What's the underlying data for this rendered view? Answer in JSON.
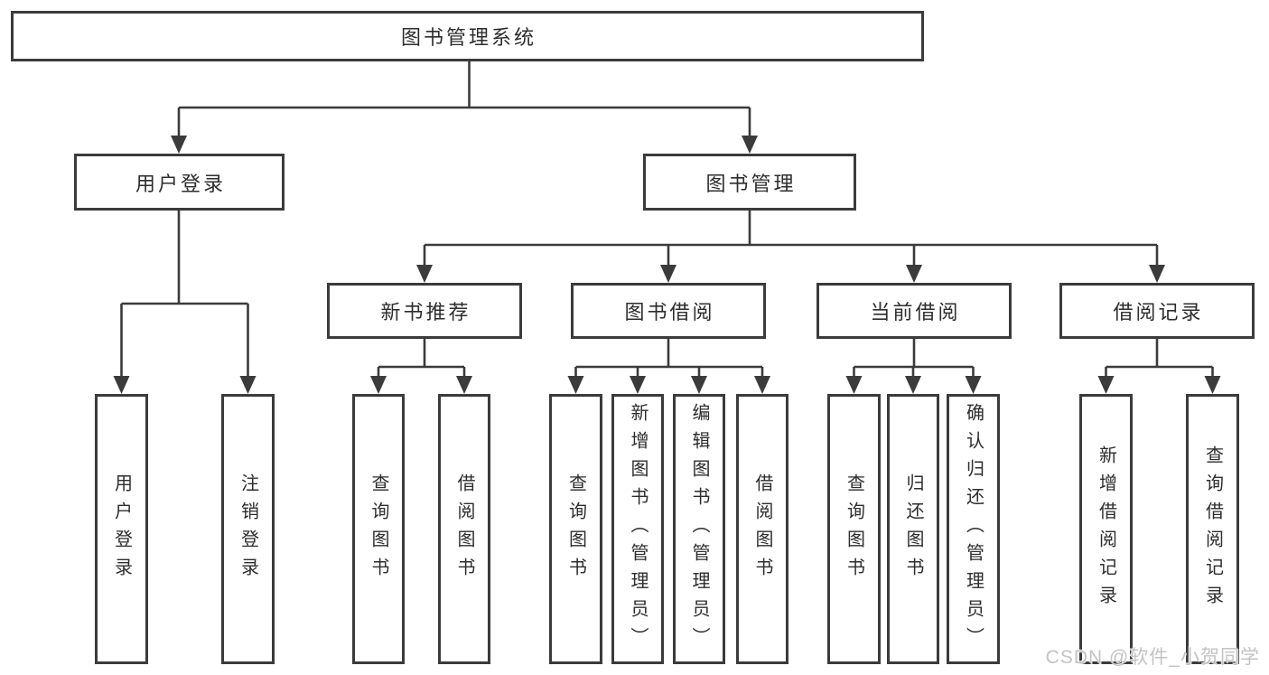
{
  "title": "图书管理系统",
  "watermark": {
    "text": "CSDN @软件_小贺同学"
  },
  "colors": {
    "line": "#3b3b3b",
    "text": "#2d2d2d",
    "watermark": "#c3c3c3",
    "background": "#ffffff"
  },
  "tree": {
    "label": "图书管理系统",
    "children": [
      {
        "label": "用户登录",
        "children": [
          {
            "label": "用户登录"
          },
          {
            "label": "注销登录"
          }
        ]
      },
      {
        "label": "图书管理",
        "children": [
          {
            "label": "新书推荐",
            "children": [
              {
                "label": "查询图书"
              },
              {
                "label": "借阅图书"
              }
            ]
          },
          {
            "label": "图书借阅",
            "children": [
              {
                "label": "查询图书"
              },
              {
                "label": "新增图书（管理员）"
              },
              {
                "label": "编辑图书（管理员）"
              },
              {
                "label": "借阅图书"
              }
            ]
          },
          {
            "label": "当前借阅",
            "children": [
              {
                "label": "查询图书"
              },
              {
                "label": "归还图书"
              },
              {
                "label": "确认归还（管理员）"
              }
            ]
          },
          {
            "label": "借阅记录",
            "children": [
              {
                "label": "新增借阅记录"
              },
              {
                "label": "查询借阅记录"
              }
            ]
          }
        ]
      }
    ]
  }
}
